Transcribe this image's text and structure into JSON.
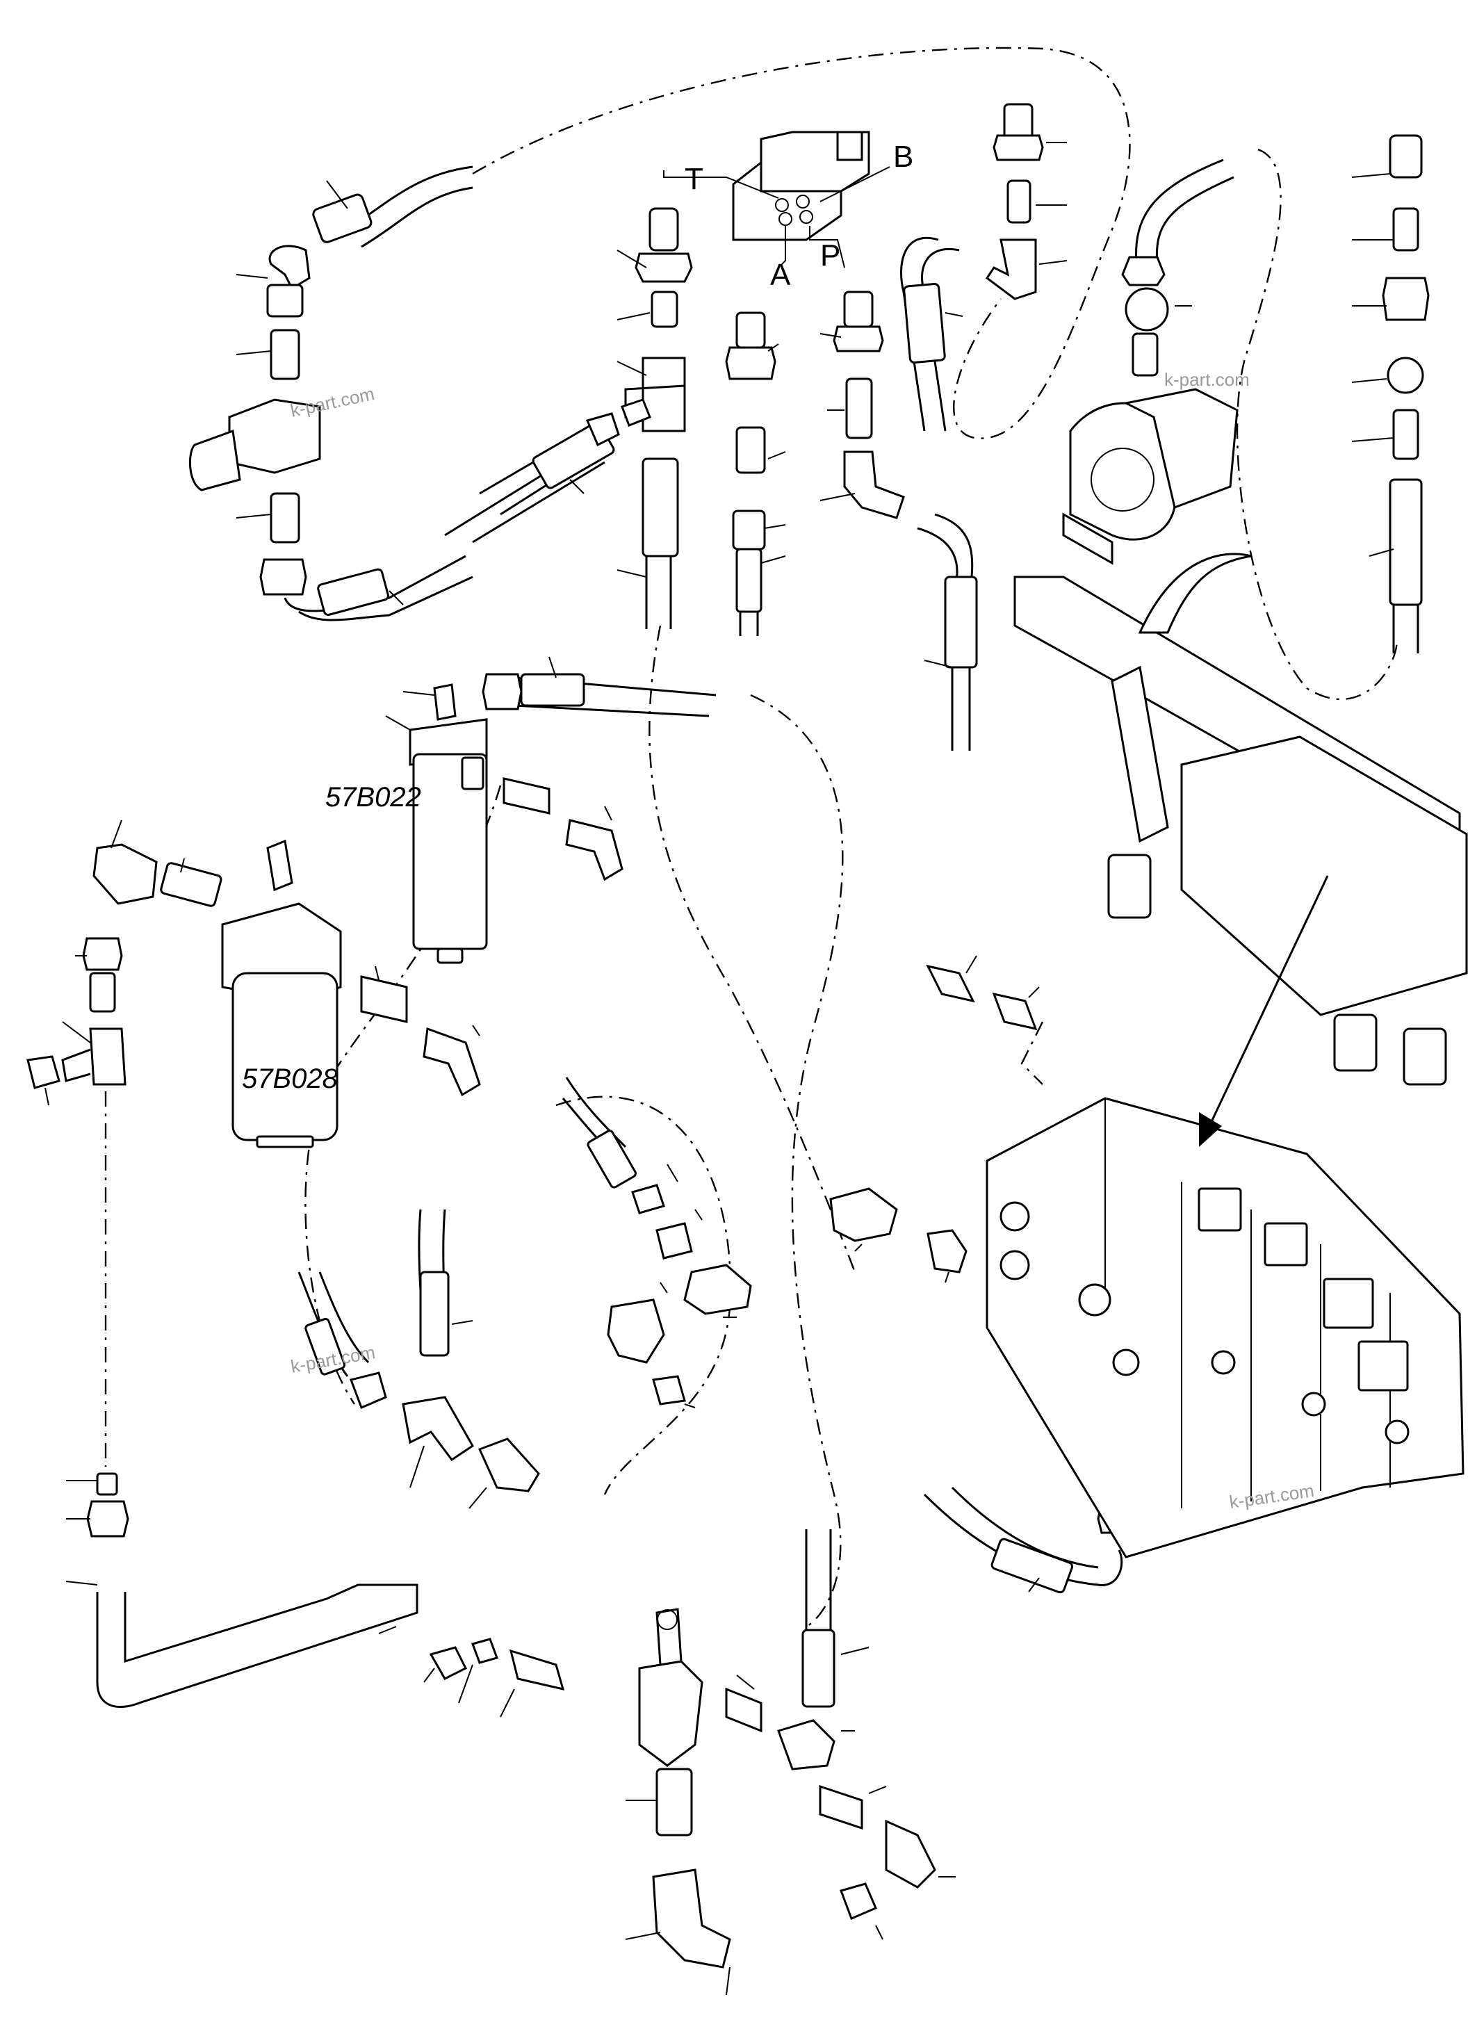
{
  "ports": {
    "t": "T",
    "b": "B",
    "a": "A",
    "p": "P"
  },
  "components": {
    "filter_upper_code": "57B022",
    "filter_lower_code": "57B028"
  },
  "watermarks": {
    "text": "k-part.com"
  }
}
